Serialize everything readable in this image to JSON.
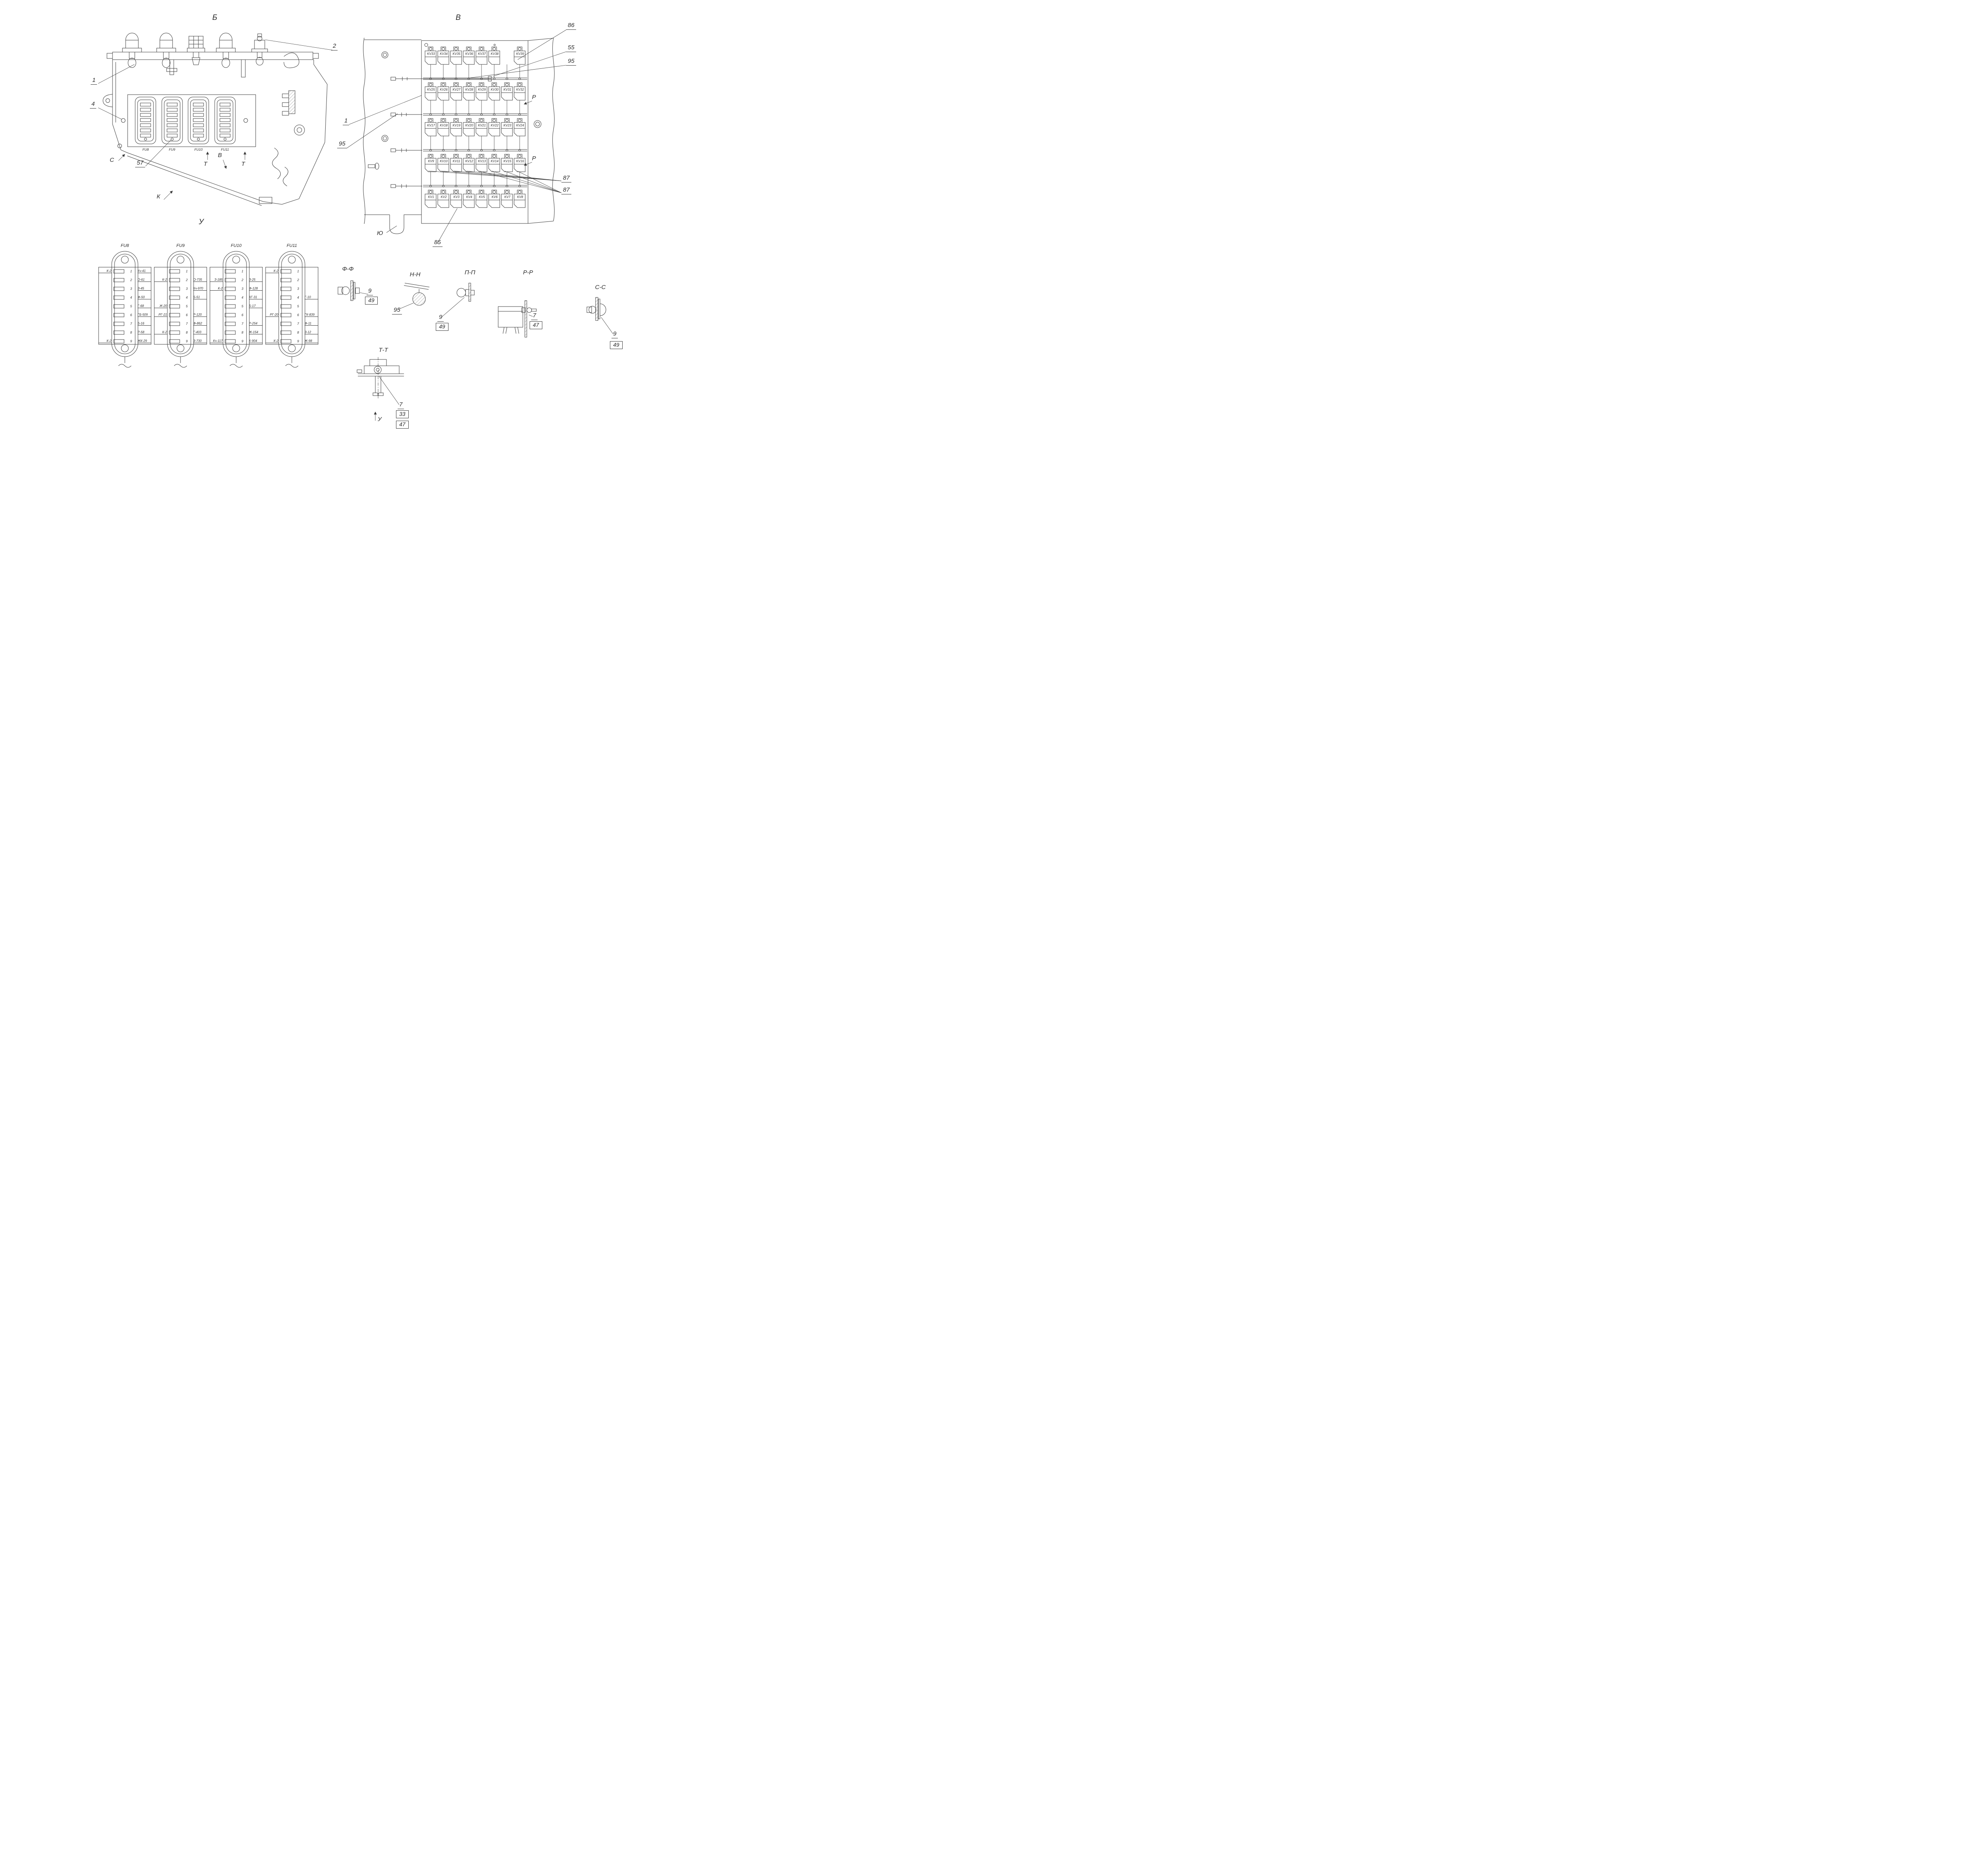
{
  "drawing": {
    "background": "#ffffff",
    "ink": "#3a3a3a"
  },
  "assembly": {
    "view_label": "Б",
    "bottom_view_label": "У",
    "fuse_labels": [
      "FU8",
      "FU9",
      "FU10",
      "FU11"
    ],
    "callout_1": "1",
    "callout_2": "2",
    "callout_4": "4",
    "callout_57": "57",
    "marker_c": "С",
    "marker_t1": "Т",
    "marker_t2": "Т",
    "marker_v": "В",
    "marker_k": "К"
  },
  "relay_view": {
    "view_label": "В",
    "callout_86": "86",
    "callout_55": "55",
    "callout_95_right": "95",
    "callout_1": "1",
    "callout_95_left": "95",
    "marker_p_top": "Р",
    "marker_p_bottom": "Р",
    "callout_87_a": "87",
    "callout_87_b": "87",
    "callout_85": "85",
    "marker_yu": "Ю",
    "rows": [
      {
        "cells": [
          "KV33",
          "KV34",
          "KV35",
          "KV36",
          "KV37",
          "KV38",
          "",
          "KV39"
        ]
      },
      {
        "cells": [
          "KV25",
          "KV26",
          "KV27",
          "KV28",
          "KV29",
          "KV30",
          "KV31",
          "KV32"
        ]
      },
      {
        "cells": [
          "KV17",
          "KV18",
          "KV19",
          "KV20",
          "KV21",
          "KV22",
          "KV23",
          "KV24"
        ]
      },
      {
        "cells": [
          "KV9",
          "KV10",
          "KV11",
          "KV12",
          "KV13",
          "KV14",
          "KV15",
          "KV16"
        ]
      },
      {
        "cells": [
          "KV1",
          "KV2",
          "KV3",
          "KV4",
          "KV5",
          "KV6",
          "KV7",
          "KV8"
        ]
      }
    ]
  },
  "fuse_blocks": [
    {
      "title": "FU8",
      "pins": [
        {
          "n": "1",
          "left": "К-2",
          "right": "Кч-41"
        },
        {
          "n": "2",
          "left": "",
          "right": "О-61"
        },
        {
          "n": "3",
          "left": "",
          "right": "З-45"
        },
        {
          "n": "4",
          "left": "",
          "right": "Ф-50"
        },
        {
          "n": "5",
          "left": "",
          "right": "Г-68"
        },
        {
          "n": "6",
          "left": "",
          "right": "ГБ-509"
        },
        {
          "n": "7",
          "left": "",
          "right": "Б-16"
        },
        {
          "n": "8",
          "left": "",
          "right": "Р-58"
        },
        {
          "n": "9",
          "left": "К-2",
          "right": "ЖК-29"
        }
      ]
    },
    {
      "title": "FU9",
      "pins": [
        {
          "n": "1",
          "left": "",
          "right": ""
        },
        {
          "n": "2",
          "left": "К-2",
          "right": "О-735"
        },
        {
          "n": "3",
          "left": "",
          "right": "Кч-970"
        },
        {
          "n": "4",
          "left": "",
          "right": "Б-51"
        },
        {
          "n": "5",
          "left": "Ж-20",
          "right": ""
        },
        {
          "n": "6",
          "left": "РГ-21",
          "right": "Р-120"
        },
        {
          "n": "7",
          "left": "",
          "right": "Ф-862"
        },
        {
          "n": "8",
          "left": "К-2",
          "right": "Г-403"
        },
        {
          "n": "9",
          "left": "",
          "right": "З-730"
        }
      ]
    },
    {
      "title": "FU10",
      "pins": [
        {
          "n": "1",
          "left": "",
          "right": ""
        },
        {
          "n": "2",
          "left": "З-185",
          "right": "З-25"
        },
        {
          "n": "3",
          "left": "К-2",
          "right": "Ф-128"
        },
        {
          "n": "4",
          "left": "",
          "right": "КГ-31"
        },
        {
          "n": "5",
          "left": "",
          "right": "Б-17"
        },
        {
          "n": "6",
          "left": "",
          "right": ""
        },
        {
          "n": "7",
          "left": "",
          "right": "Р-254"
        },
        {
          "n": "8",
          "left": "",
          "right": "Ж-154"
        },
        {
          "n": "9",
          "left": "Кч-117",
          "right": "К-904"
        }
      ]
    },
    {
      "title": "FU11",
      "pins": [
        {
          "n": "1",
          "left": "К-2",
          "right": ""
        },
        {
          "n": "2",
          "left": "",
          "right": ""
        },
        {
          "n": "3",
          "left": "",
          "right": ""
        },
        {
          "n": "4",
          "left": "",
          "right": "Г-10"
        },
        {
          "n": "5",
          "left": "",
          "right": ""
        },
        {
          "n": "6",
          "left": "РГ-20",
          "right": "ГК-839"
        },
        {
          "n": "7",
          "left": "",
          "right": "Ф-11"
        },
        {
          "n": "8",
          "left": "",
          "right": "З-12"
        },
        {
          "n": "9",
          "left": "К-2",
          "right": "Ж-98"
        }
      ]
    }
  ],
  "sections": {
    "ff": {
      "title": "Ф-Ф",
      "c9": "9",
      "c49": "49"
    },
    "hh": {
      "title": "Н-Н",
      "c95": "95"
    },
    "pp": {
      "title": "П-П",
      "c9": "9",
      "c49": "49"
    },
    "rr": {
      "title": "Р-Р",
      "c7": "7",
      "c47": "47"
    },
    "cc": {
      "title": "С-С",
      "c9": "9",
      "c49": "49"
    },
    "tt": {
      "title": "Т-Т",
      "c7": "7",
      "c33": "33",
      "c47": "47",
      "marker_u": "У"
    }
  }
}
